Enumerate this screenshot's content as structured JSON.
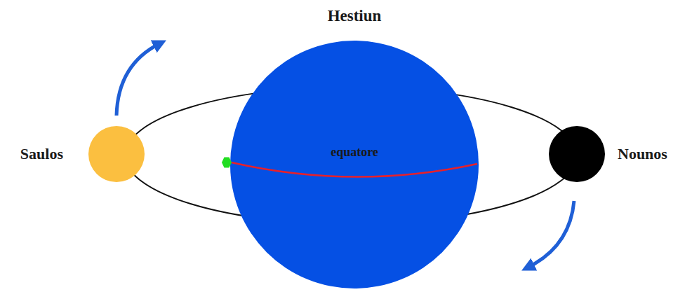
{
  "diagram": {
    "nodes": [
      {
        "text": [
          "Saulos"
        ]
      },
      {
        "text": [
          "Hestiun",
          "equatore"
        ]
      },
      {
        "text": [
          "Nounos"
        ]
      }
    ]
  }
}
